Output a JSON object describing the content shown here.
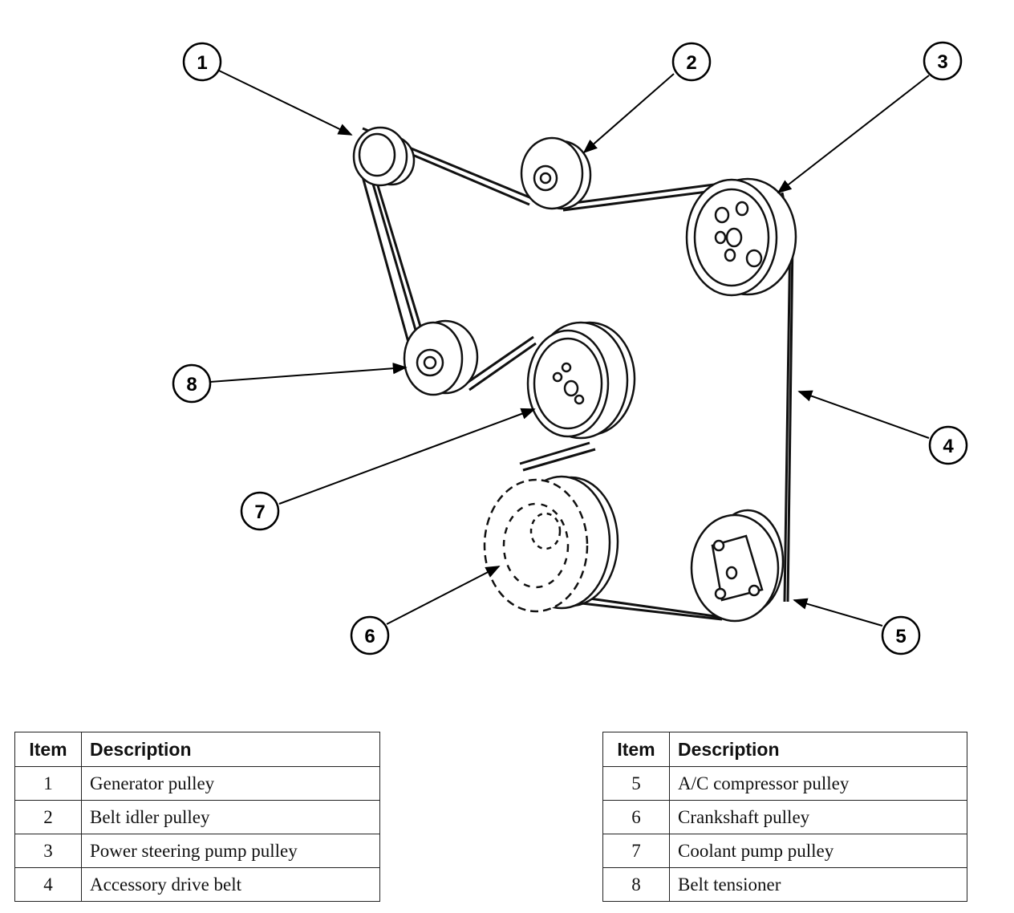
{
  "callouts": [
    "1",
    "2",
    "3",
    "4",
    "5",
    "6",
    "7",
    "8"
  ],
  "legend_left": {
    "header_item": "Item",
    "header_desc": "Description",
    "rows": [
      {
        "item": "1",
        "desc": "Generator pulley"
      },
      {
        "item": "2",
        "desc": "Belt idler pulley"
      },
      {
        "item": "3",
        "desc": "Power steering pump pulley"
      },
      {
        "item": "4",
        "desc": "Accessory drive belt"
      }
    ]
  },
  "legend_right": {
    "header_item": "Item",
    "header_desc": "Description",
    "rows": [
      {
        "item": "5",
        "desc": "A/C compressor pulley"
      },
      {
        "item": "6",
        "desc": "Crankshaft pulley"
      },
      {
        "item": "7",
        "desc": "Coolant pump pulley"
      },
      {
        "item": "8",
        "desc": "Belt tensioner"
      }
    ]
  }
}
